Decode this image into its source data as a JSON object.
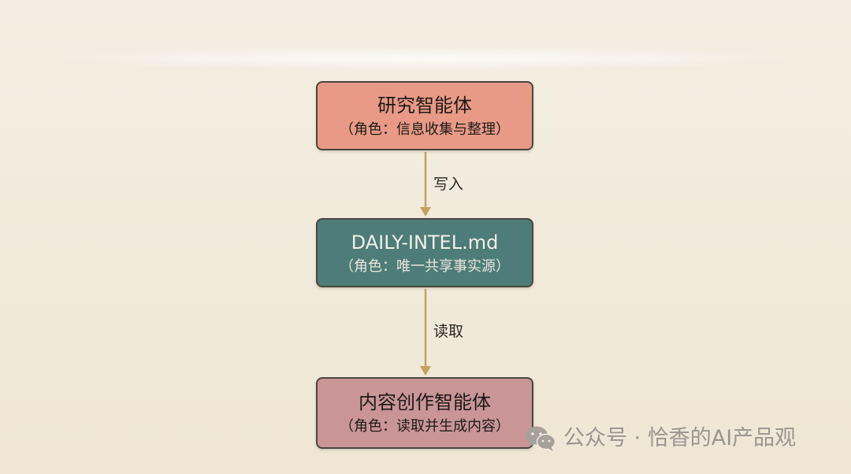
{
  "diagram": {
    "nodes": [
      {
        "title": "研究智能体",
        "subtitle": "（角色：信息收集与整理）"
      },
      {
        "title": "DAILY-INTEL.md",
        "subtitle": "（角色：唯一共享事实源）"
      },
      {
        "title": "内容创作智能体",
        "subtitle": "（角色：读取并生成内容）"
      }
    ],
    "edges": [
      {
        "label": "写入"
      },
      {
        "label": "读取"
      }
    ]
  },
  "watermark": {
    "text": "公众号 · 恰香的AI产品观",
    "icon": "wechat-icon"
  },
  "colors": {
    "background": "#f2ebdd",
    "node_research": "#e89a86",
    "node_file": "#4e7d79",
    "node_creator": "#c99596",
    "arrow": "#c4a25e",
    "border": "#4a4640"
  }
}
